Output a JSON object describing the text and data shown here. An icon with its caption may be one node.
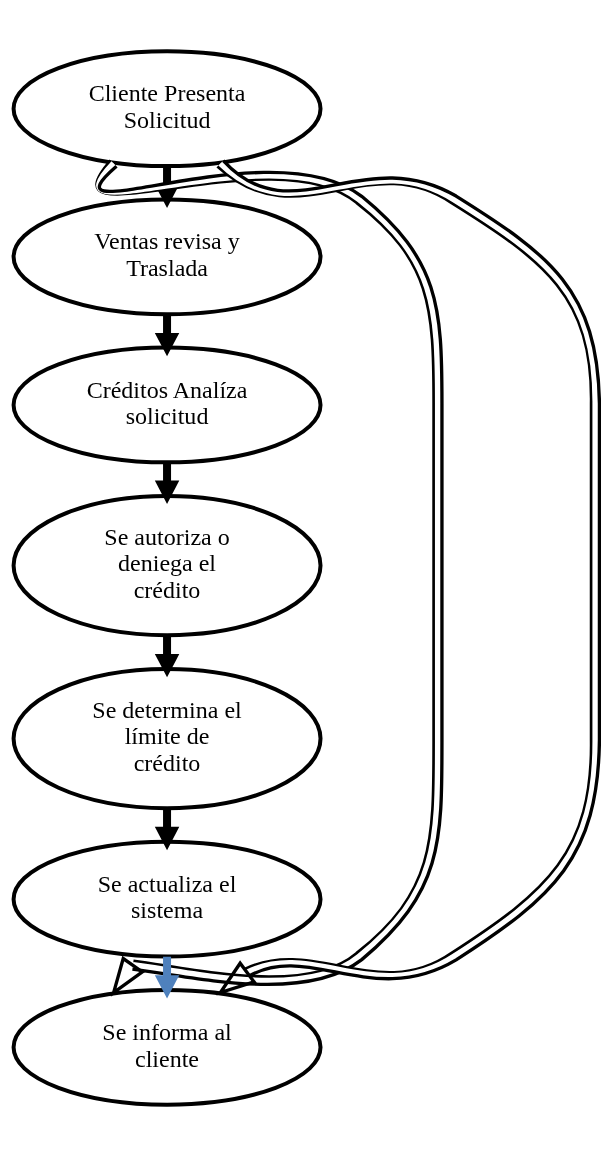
{
  "diagram": {
    "nodes": [
      {
        "text": [
          "Cliente Presenta Solicitud"
        ]
      },
      {
        "text": [
          "Ventas revisa y Traslada"
        ]
      },
      {
        "text": [
          "Créditos Analíza solicitud"
        ]
      },
      {
        "text": [
          "Se autoriza o deniega el crédito"
        ]
      },
      {
        "text": [
          "Se determina el límite de crédito"
        ]
      },
      {
        "text": [
          "Se actualiza el sistema"
        ]
      },
      {
        "text": [
          "Se informa al cliente"
        ]
      }
    ],
    "edges": [
      {
        "from": 0,
        "to": 1,
        "arrow": "to"
      },
      {
        "from": 1,
        "to": 2,
        "arrow": "to"
      },
      {
        "from": 2,
        "to": 3,
        "arrow": "to"
      },
      {
        "from": 3,
        "to": 4,
        "arrow": "to"
      },
      {
        "from": 4,
        "to": 5,
        "arrow": "to"
      },
      {
        "from": 5,
        "to": 6,
        "arrow": "to",
        "color": "#4f81bd"
      },
      {
        "from": 0,
        "to": 6,
        "arrow": "to"
      },
      {
        "from": 0,
        "to": 6,
        "arrow": "to"
      }
    ]
  }
}
